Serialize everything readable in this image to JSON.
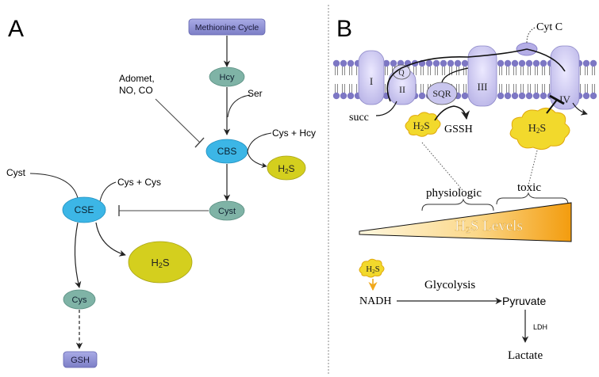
{
  "panelA": {
    "label": "A",
    "methionine_cycle": "Methionine Cycle",
    "hcy": "Hcy",
    "ser": "Ser",
    "inhibitors": [
      "Adomet,",
      "NO, CO"
    ],
    "cbs": "CBS",
    "cys_hcy": "Cys + Hcy",
    "h2s_cbs": {
      "main": "H",
      "sub": "2",
      "tail": "S"
    },
    "cyst_mid": "Cyst",
    "cyst_left": "Cyst",
    "cse": "CSE",
    "cys_cys": "Cys + Cys",
    "h2s_cse": {
      "main": "H",
      "sub": "2",
      "tail": "S"
    },
    "cys": "Cys",
    "gsh": "GSH"
  },
  "panelB": {
    "label": "B",
    "cyt_c": "Cyt C",
    "complexes": [
      "I",
      "II",
      "III",
      "IV"
    ],
    "q": "Q",
    "sqr": "SQR",
    "succ": "succ",
    "gssh": "GSSH",
    "h2s_left": {
      "main": "H",
      "sub": "2",
      "tail": "S"
    },
    "h2s_right": {
      "main": "H",
      "sub": "2",
      "tail": "S"
    },
    "physiologic": "physiologic",
    "toxic": "toxic",
    "levels": {
      "main": "H",
      "sub": "2",
      "tail": "S Levels"
    },
    "h2s_small": {
      "main": "H",
      "sub": "2",
      "tail": "S"
    },
    "nadh": "NADH",
    "glycolysis": "Glycolysis",
    "pyruvate": "Pyruvate",
    "ldh": "LDH",
    "lactate": "Lactate"
  },
  "colors": {
    "cbs_blue": "#3cb6e6",
    "teal_node": "#7fb3a6",
    "lavender_box": "#8d8fd0",
    "h2s_yellow": "#d4cf1e",
    "membrane_bead": "#7d77c4",
    "complex_fill": "#c9c6ee",
    "cloud_yellow": "#f2d92c",
    "gradient_start": "#fff6d8",
    "gradient_end": "#f5a313"
  }
}
